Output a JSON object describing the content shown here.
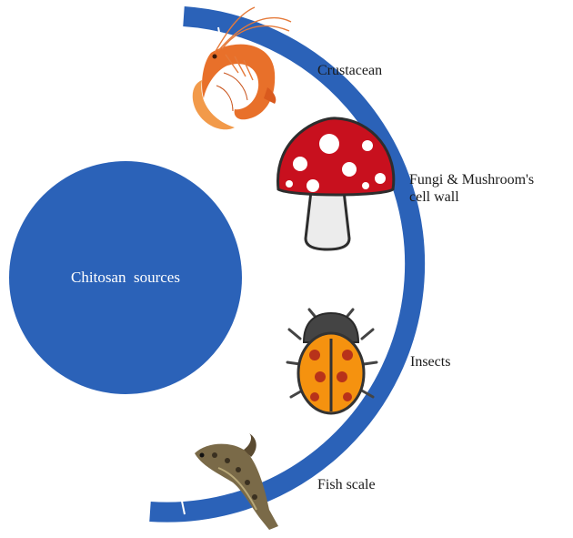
{
  "center": {
    "label": "Chitosan  sources",
    "color": "#2b62b8"
  },
  "arc": {
    "color": "#2b62b8",
    "segment_color": "#ffffff"
  },
  "sources": [
    {
      "label": "Crustacean",
      "icon": "shrimp-icon"
    },
    {
      "label_line1": "Fungi & Mushroom's",
      "label_line2": "cell wall",
      "icon": "mushroom-icon"
    },
    {
      "label": "Insects",
      "icon": "ladybug-icon"
    },
    {
      "label": "Fish scale",
      "icon": "fish-icon"
    }
  ]
}
